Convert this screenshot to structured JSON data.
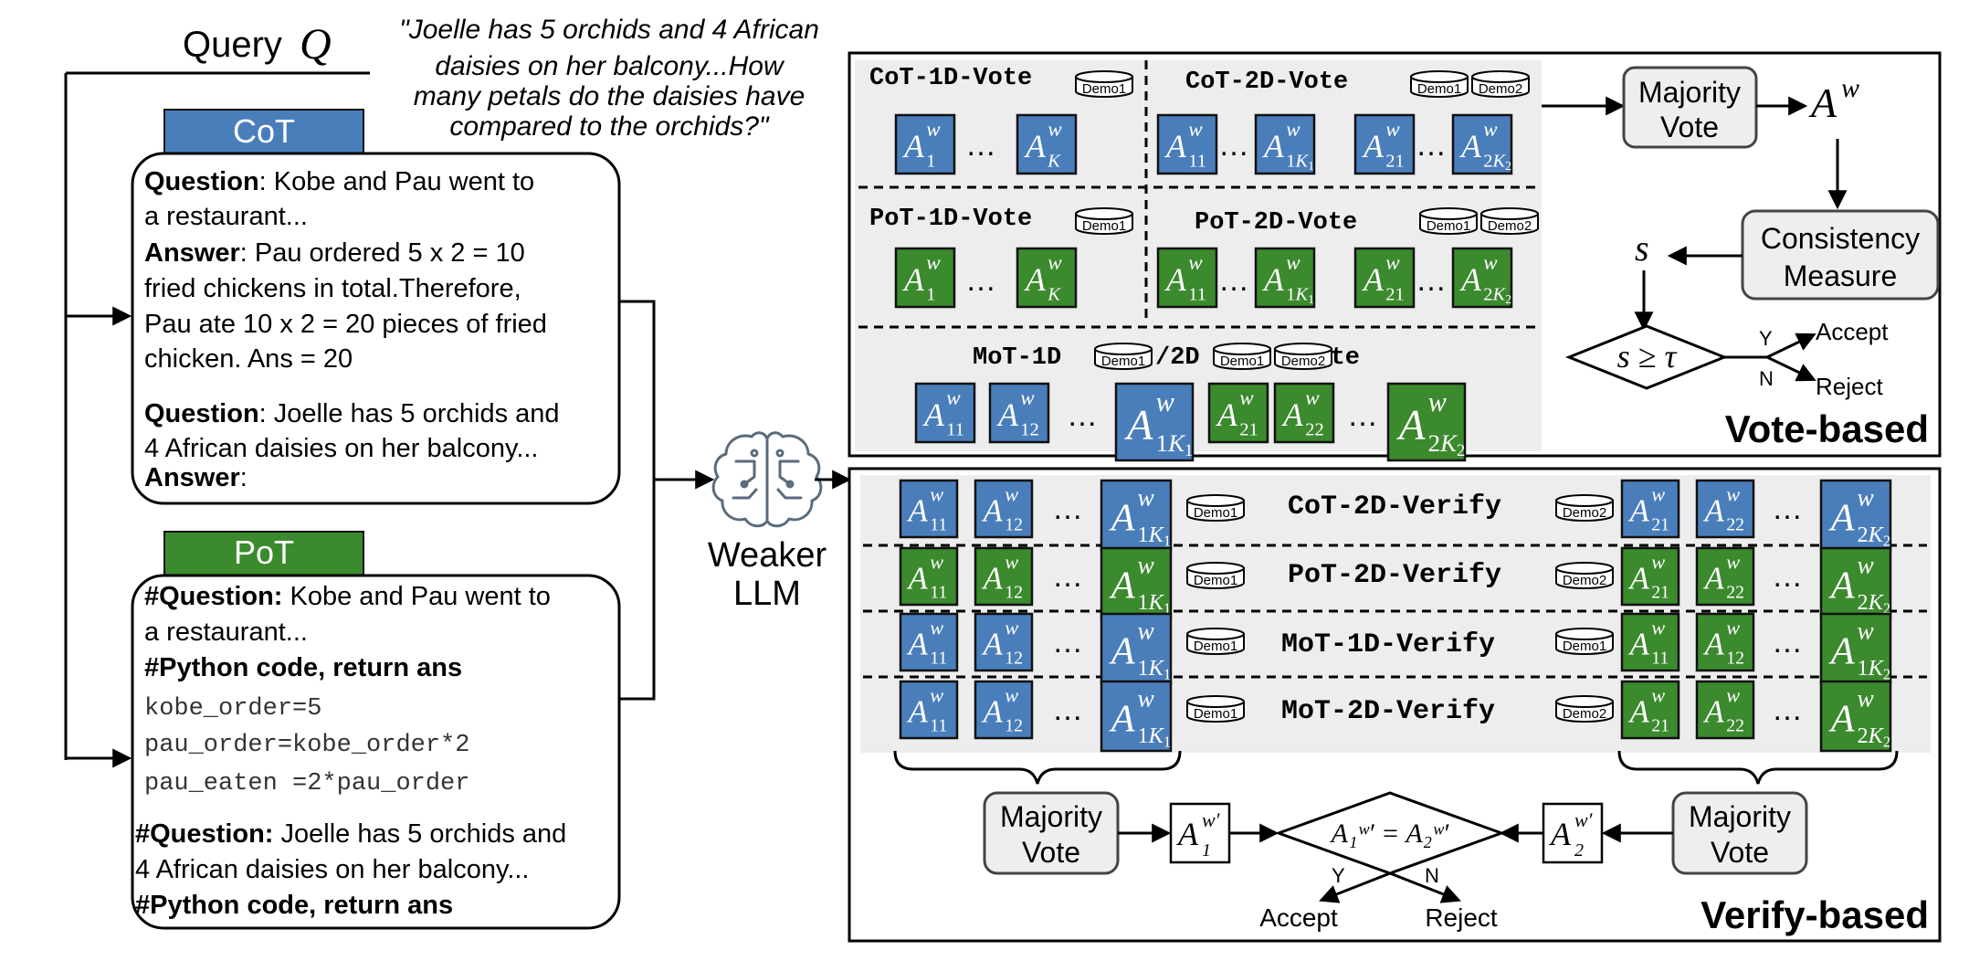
{
  "query": {
    "label": "Query",
    "symbol": "Q",
    "quote_lines": [
      "\"Joelle has 5 orchids and 4 African",
      "daisies on her balcony...How",
      "many petals do the daisies have",
      "compared to the orchids?\""
    ]
  },
  "cot_prompt": {
    "header": "CoT",
    "q1_label": "Question",
    "q1_line1": ": Kobe and Pau went to",
    "q1_line2": "a restaurant...",
    "a1_label": "Answer",
    "a1_line1": ": Pau ordered 5 x 2 = 10",
    "a1_line2": "fried chickens in total.Therefore,",
    "a1_line3": "Pau ate 10 x 2 = 20 pieces of fried",
    "a1_line4": "chicken. Ans = 20",
    "q2_label": "Question",
    "q2_line1": ": Joelle has 5 orchids and",
    "q2_line2": "4 African daisies on her balcony...",
    "a2_label": "Answer",
    "a2_colon": ":"
  },
  "pot_prompt": {
    "header": "PoT",
    "q1_label": "#Question:",
    "q1_line1": " Kobe and Pau went to",
    "q1_line2": "a restaurant...",
    "code_label": "#Python code, return ans",
    "code_line1": "kobe_order=5",
    "code_line2": "pau_order=kobe_order*2",
    "code_line3": "pau_eaten =2*pau_order",
    "q2_label": "#Question:",
    "q2_line1": " Joelle has 5 orchids and",
    "q2_line2": "4 African daisies on her balcony...",
    "code_label2": "#Python code, return ans"
  },
  "llm": {
    "line1": "Weaker",
    "line2": "LLM"
  },
  "demo": {
    "d1": "Demo1",
    "d2": "Demo2"
  },
  "tok": {
    "A": "A",
    "w": "w",
    "e": "…"
  },
  "vote": {
    "cot1d": "CoT-1D-Vote",
    "cot2d": "CoT-2D-Vote",
    "pot1d": "PoT-1D-Vote",
    "pot2d": "PoT-2D-Vote",
    "mot_a": "MoT-1D",
    "mot_b": "/2D",
    "mot_c": "-Vote",
    "majority_1": "Majority",
    "majority_2": "Vote",
    "consistency_1": "Consistency",
    "consistency_2": "Measure",
    "s": "s",
    "cond": "s ≥ τ",
    "yes": "Y",
    "no": "N",
    "accept": "Accept",
    "reject": "Reject",
    "title": "Vote-based"
  },
  "verify": {
    "rows": [
      "CoT-2D-Verify",
      "PoT-2D-Verify",
      "MoT-1D-Verify",
      "MoT-2D-Verify"
    ],
    "majority_1": "Majority",
    "majority_2": "Vote",
    "cond": "A₁ʷ′ = A₂ʷ′",
    "yes": "Y",
    "no": "N",
    "accept": "Accept",
    "reject": "Reject",
    "title": "Verify-based"
  },
  "colors": {
    "cot": "#4a7ebb",
    "pot": "#3b8a2e",
    "panel_bg": "#ededed",
    "box_bg": "#eeeeee"
  }
}
